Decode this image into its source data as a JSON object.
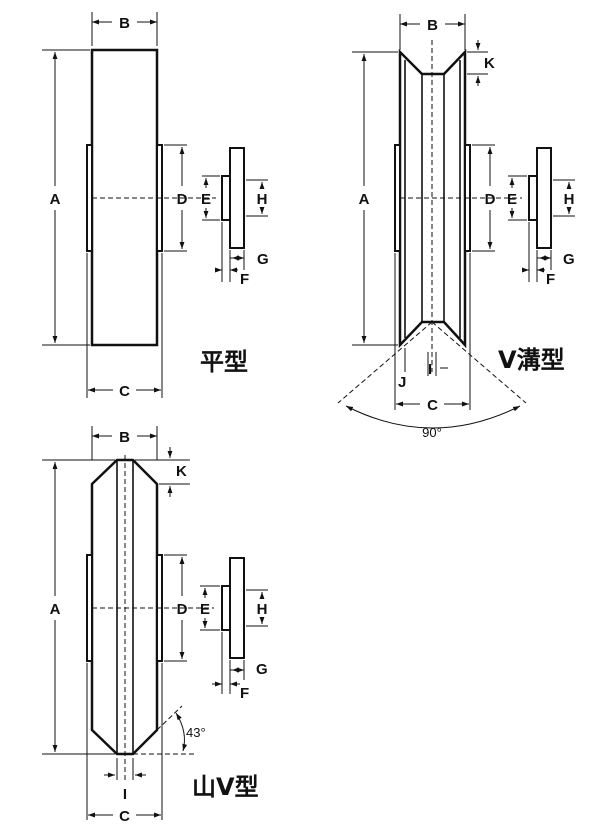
{
  "labels": {
    "a": "A",
    "b": "B",
    "c": "C",
    "d": "D",
    "e": "E",
    "f": "F",
    "g": "G",
    "h": "H",
    "i": "I",
    "j": "J",
    "k": "K"
  },
  "titles": {
    "flat": "平型",
    "v_groove": "V溝型",
    "mountain_v": "山V型"
  },
  "angles": {
    "v_groove": "90°",
    "mountain_v": "43°"
  }
}
